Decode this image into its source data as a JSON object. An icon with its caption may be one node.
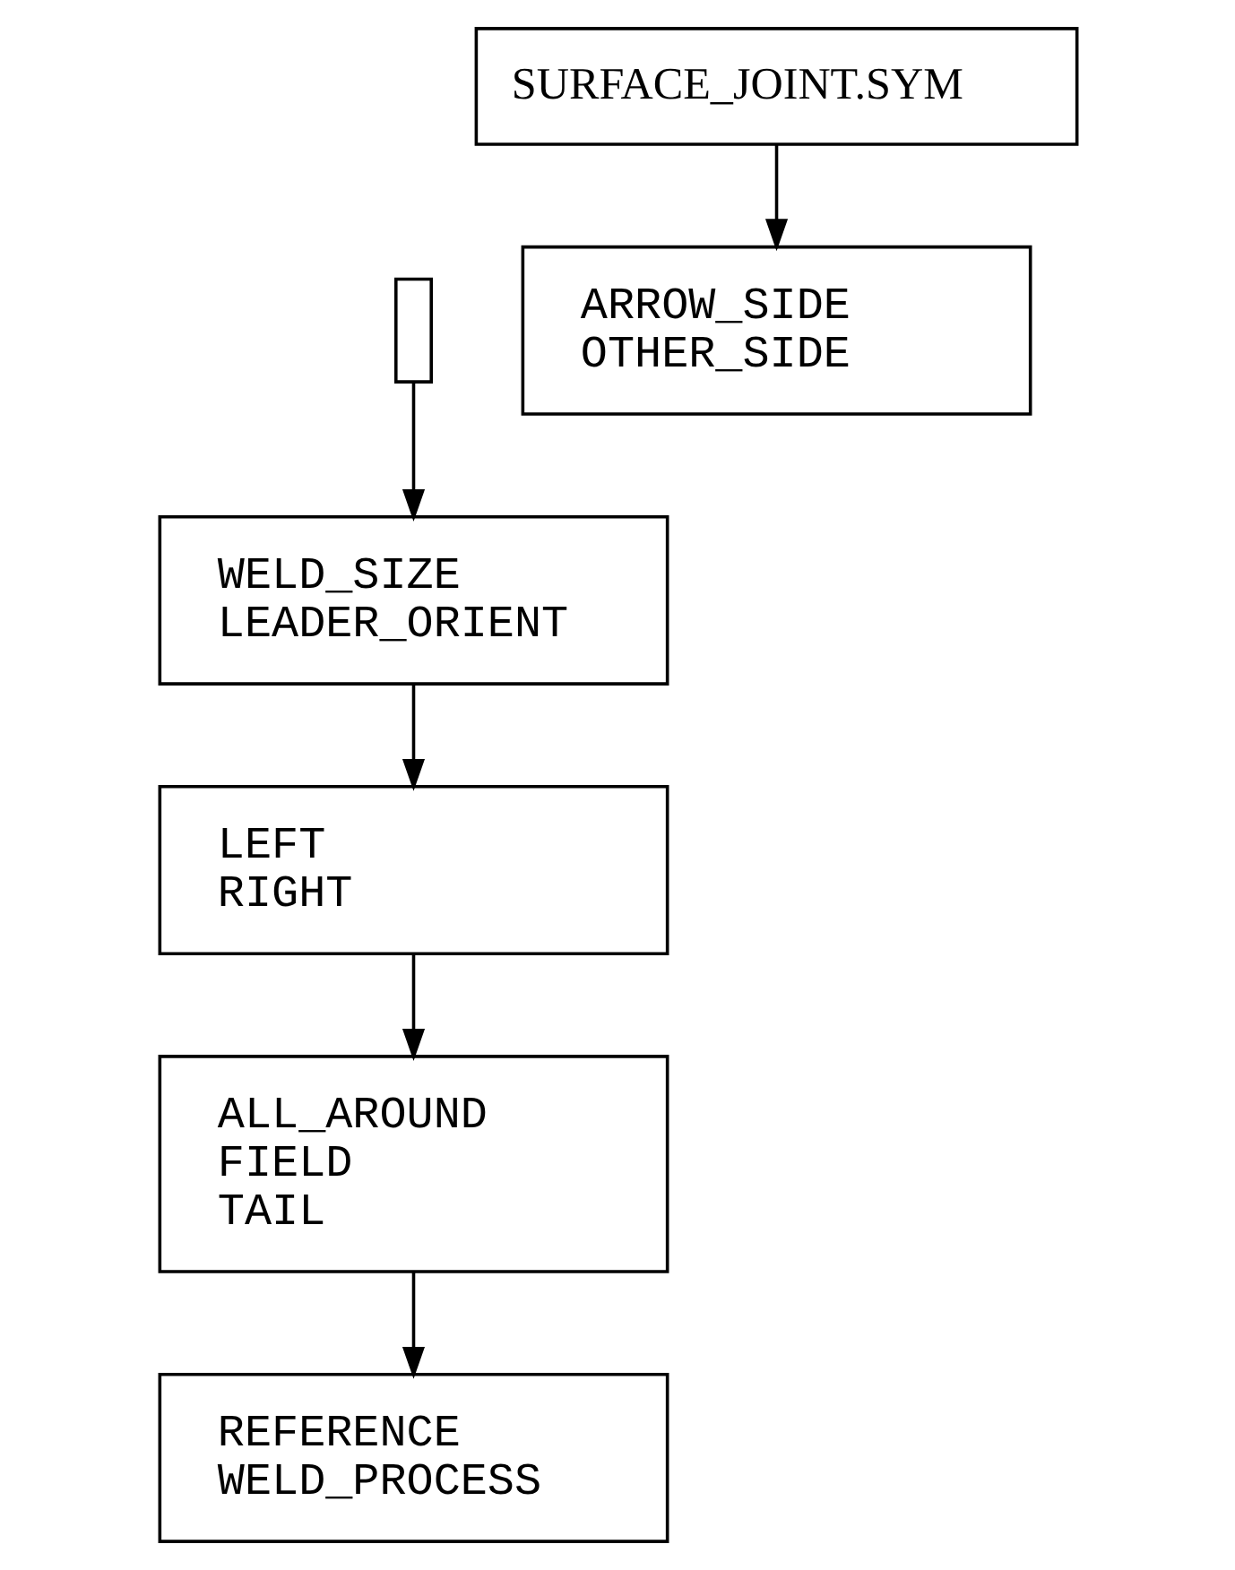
{
  "diagram": {
    "nodes": [
      {
        "text": [
          "SURFACE_JOINT.SYM"
        ]
      },
      {
        "text": [
          "ARROW_SIDE",
          "OTHER_SIDE"
        ]
      },
      {
        "text": [],
        "shape": "box"
      },
      {
        "text": [
          "WELD_SIZE",
          "LEADER_ORIENT"
        ]
      },
      {
        "text": [
          "LEFT",
          "RIGHT"
        ]
      },
      {
        "text": [
          "ALL_AROUND",
          "FIELD",
          "TAIL"
        ]
      },
      {
        "text": [
          "REFERENCE",
          "WELD_PROCESS"
        ]
      }
    ],
    "edges": [
      {
        "from": 0,
        "to": 1,
        "arrow": "to"
      },
      {
        "from": 2,
        "to": 3,
        "arrow": "to"
      },
      {
        "from": 3,
        "to": 4,
        "arrow": "to"
      },
      {
        "from": 4,
        "to": 5,
        "arrow": "to"
      },
      {
        "from": 5,
        "to": 6,
        "arrow": "to"
      }
    ]
  }
}
